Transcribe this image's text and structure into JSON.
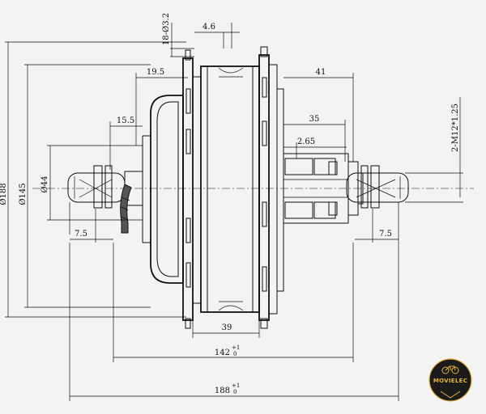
{
  "drawing": {
    "dimensions": {
      "d_outer": "Ø188",
      "d_flange": "Ø145",
      "d_axle": "Ø44",
      "holes": "18-Ø3.2",
      "flange_thick": "4.6",
      "left_offset": "19.5",
      "left_step": "15.5",
      "left_end": "7.5",
      "right_offset": "41",
      "right_step": "35",
      "right_small": "2.65",
      "right_end": "7.5",
      "thread": "2-M12*1.25",
      "body_width": "39",
      "width_142": "142",
      "width_142_tol": "+1",
      "width_142_tol_low": "0",
      "width_188": "188",
      "width_188_tol": "+1",
      "width_188_tol_low": "0"
    }
  },
  "logo": {
    "text": "MOVIELEC",
    "colors": {
      "bg": "#1b1b1b",
      "accent": "#e8b23a"
    },
    "icon": "bicycle-icon"
  }
}
